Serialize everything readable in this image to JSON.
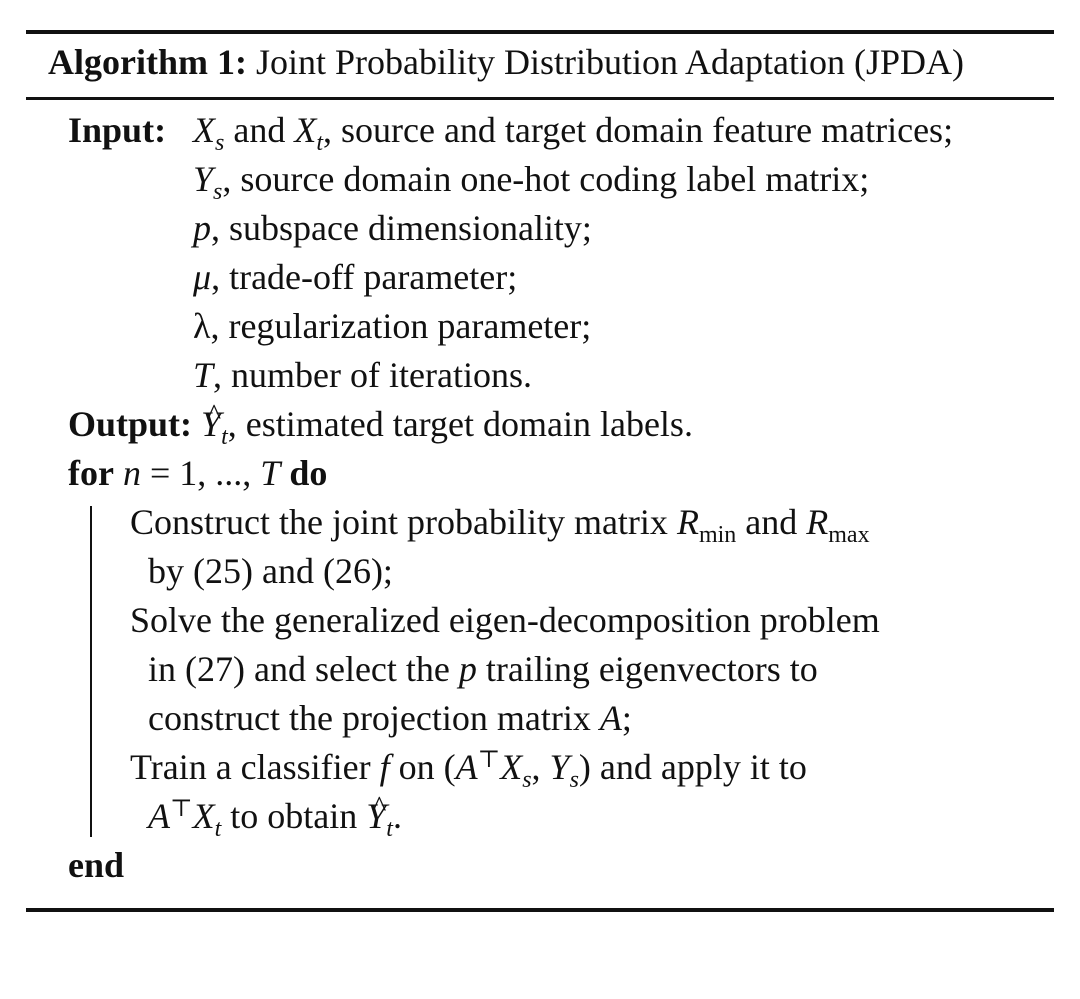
{
  "algorithm": {
    "label": "Algorithm 1:",
    "title": "Joint Probability Distribution Adaptation (JPDA)"
  },
  "input": {
    "label": "Input:",
    "lines": [
      ", source and target domain feature matrices;",
      ", source domain one-hot coding label matrix;",
      ", subspace dimensionality;",
      ", trade-off parameter;",
      ", regularization parameter;",
      ", number of iterations."
    ],
    "and": " and "
  },
  "output": {
    "label": "Output:",
    "text": ", estimated target domain labels."
  },
  "loop": {
    "for_kw": "for",
    "range": " = 1, ..., ",
    "do_kw": "do",
    "end_kw": "end"
  },
  "steps": {
    "s1_a": "Construct the joint probability matrix ",
    "s1_and": " and ",
    "s1_b": "by (25) and (26);",
    "s2_a": "Solve the generalized eigen-decomposition problem",
    "s2_b1": "in (27) and select the ",
    "s2_b2": " trailing eigenvectors to",
    "s2_c": "construct the projection matrix ",
    "s2_end": ";",
    "s3_a1": "Train a classifier ",
    "s3_a2": " on (",
    "s3_a3": ") and apply it to",
    "s3_b1": " to obtain ",
    "s3_b2": "."
  },
  "sub_min": "min",
  "sub_max": "max"
}
